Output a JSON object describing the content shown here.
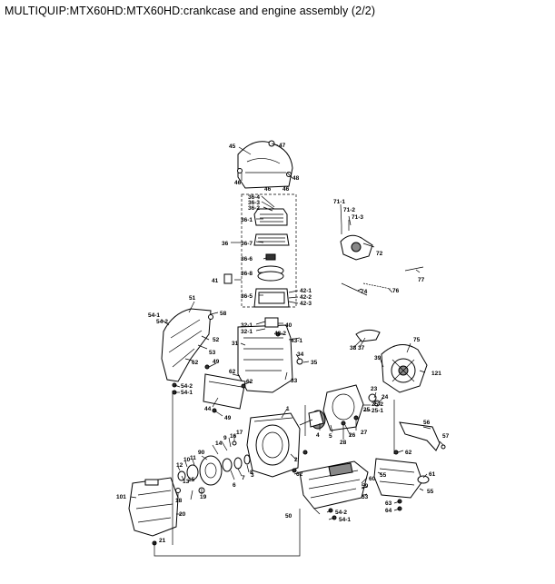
{
  "title": "MULTIQUIP:MTX60HD:MTX60HD:crankcase and engine assembly (2/2)",
  "callouts": [
    {
      "id": "c45",
      "text": "45"
    },
    {
      "id": "c47",
      "text": "47"
    },
    {
      "id": "c46a",
      "text": "46"
    },
    {
      "id": "c48",
      "text": "48"
    },
    {
      "id": "c46b",
      "text": "46"
    },
    {
      "id": "c46c",
      "text": "46"
    },
    {
      "id": "c36_4",
      "text": "36-4"
    },
    {
      "id": "c36_3",
      "text": "36-3"
    },
    {
      "id": "c36_2",
      "text": "36-2"
    },
    {
      "id": "c36_1",
      "text": "36-1"
    },
    {
      "id": "c36",
      "text": "36"
    },
    {
      "id": "c36_7",
      "text": "36-7"
    },
    {
      "id": "c36_6",
      "text": "36-6"
    },
    {
      "id": "c36_8",
      "text": "36-8"
    },
    {
      "id": "c41",
      "text": "41"
    },
    {
      "id": "c36_5",
      "text": "36-5"
    },
    {
      "id": "c42_1",
      "text": "42-1"
    },
    {
      "id": "c42_2",
      "text": "42-2"
    },
    {
      "id": "c42_3",
      "text": "42-3"
    },
    {
      "id": "c71_1",
      "text": "71-1"
    },
    {
      "id": "c71_2",
      "text": "71-2"
    },
    {
      "id": "c71_3",
      "text": "71-3"
    },
    {
      "id": "c72",
      "text": "72"
    },
    {
      "id": "c77",
      "text": "77"
    },
    {
      "id": "c74",
      "text": "74"
    },
    {
      "id": "c76",
      "text": "76"
    },
    {
      "id": "c51",
      "text": "51"
    },
    {
      "id": "c58",
      "text": "58"
    },
    {
      "id": "c54_1a",
      "text": "54-1"
    },
    {
      "id": "c54_2a",
      "text": "54-2"
    },
    {
      "id": "c52",
      "text": "52"
    },
    {
      "id": "c53",
      "text": "53"
    },
    {
      "id": "c62a",
      "text": "62"
    },
    {
      "id": "c54_2b",
      "text": "54-2"
    },
    {
      "id": "c54_1b",
      "text": "54-1"
    },
    {
      "id": "c32_1a",
      "text": "32-1"
    },
    {
      "id": "c32_1b",
      "text": "32-1"
    },
    {
      "id": "c40",
      "text": "40"
    },
    {
      "id": "c43_2",
      "text": "43-2"
    },
    {
      "id": "c43_1",
      "text": "43-1"
    },
    {
      "id": "c31",
      "text": "31"
    },
    {
      "id": "c34",
      "text": "34"
    },
    {
      "id": "c35",
      "text": "35"
    },
    {
      "id": "c49a",
      "text": "49"
    },
    {
      "id": "c62b",
      "text": "62"
    },
    {
      "id": "c62c",
      "text": "62"
    },
    {
      "id": "c33",
      "text": "33"
    },
    {
      "id": "c44",
      "text": "44"
    },
    {
      "id": "c49b",
      "text": "49"
    },
    {
      "id": "c38",
      "text": "38"
    },
    {
      "id": "c37",
      "text": "37"
    },
    {
      "id": "c75",
      "text": "75"
    },
    {
      "id": "c121",
      "text": "121"
    },
    {
      "id": "c39",
      "text": "39"
    },
    {
      "id": "c23",
      "text": "23"
    },
    {
      "id": "c24",
      "text": "24"
    },
    {
      "id": "c25_2",
      "text": "25-2"
    },
    {
      "id": "c25",
      "text": "25"
    },
    {
      "id": "c25_1",
      "text": "25-1"
    },
    {
      "id": "c1",
      "text": "1"
    },
    {
      "id": "c2",
      "text": "2"
    },
    {
      "id": "c4",
      "text": "4"
    },
    {
      "id": "c5",
      "text": "5"
    },
    {
      "id": "c27",
      "text": "27"
    },
    {
      "id": "c26",
      "text": "26"
    },
    {
      "id": "c28",
      "text": "28"
    },
    {
      "id": "c56",
      "text": "56"
    },
    {
      "id": "c57",
      "text": "57"
    },
    {
      "id": "c62d",
      "text": "62"
    },
    {
      "id": "c17",
      "text": "17"
    },
    {
      "id": "c16",
      "text": "16"
    },
    {
      "id": "c9",
      "text": "9"
    },
    {
      "id": "c14",
      "text": "14"
    },
    {
      "id": "c90",
      "text": "90"
    },
    {
      "id": "c11",
      "text": "11"
    },
    {
      "id": "c10",
      "text": "10"
    },
    {
      "id": "c12",
      "text": "12"
    },
    {
      "id": "c8",
      "text": "8"
    },
    {
      "id": "c7",
      "text": "7"
    },
    {
      "id": "c6",
      "text": "6"
    },
    {
      "id": "c3",
      "text": "3"
    },
    {
      "id": "c13",
      "text": "13"
    },
    {
      "id": "c15",
      "text": "15"
    },
    {
      "id": "c19",
      "text": "19"
    },
    {
      "id": "c18",
      "text": "18"
    },
    {
      "id": "c62e",
      "text": "62"
    },
    {
      "id": "c55a",
      "text": "55"
    },
    {
      "id": "c60",
      "text": "60"
    },
    {
      "id": "c59",
      "text": "59"
    },
    {
      "id": "c53b",
      "text": "53"
    },
    {
      "id": "c61",
      "text": "61"
    },
    {
      "id": "c55b",
      "text": "55"
    },
    {
      "id": "c63",
      "text": "63"
    },
    {
      "id": "c64",
      "text": "64"
    },
    {
      "id": "c101",
      "text": "101"
    },
    {
      "id": "c20",
      "text": "20"
    },
    {
      "id": "c50",
      "text": "50"
    },
    {
      "id": "c54_2c",
      "text": "54-2"
    },
    {
      "id": "c54_1c",
      "text": "54-1"
    },
    {
      "id": "c21",
      "text": "21"
    }
  ]
}
